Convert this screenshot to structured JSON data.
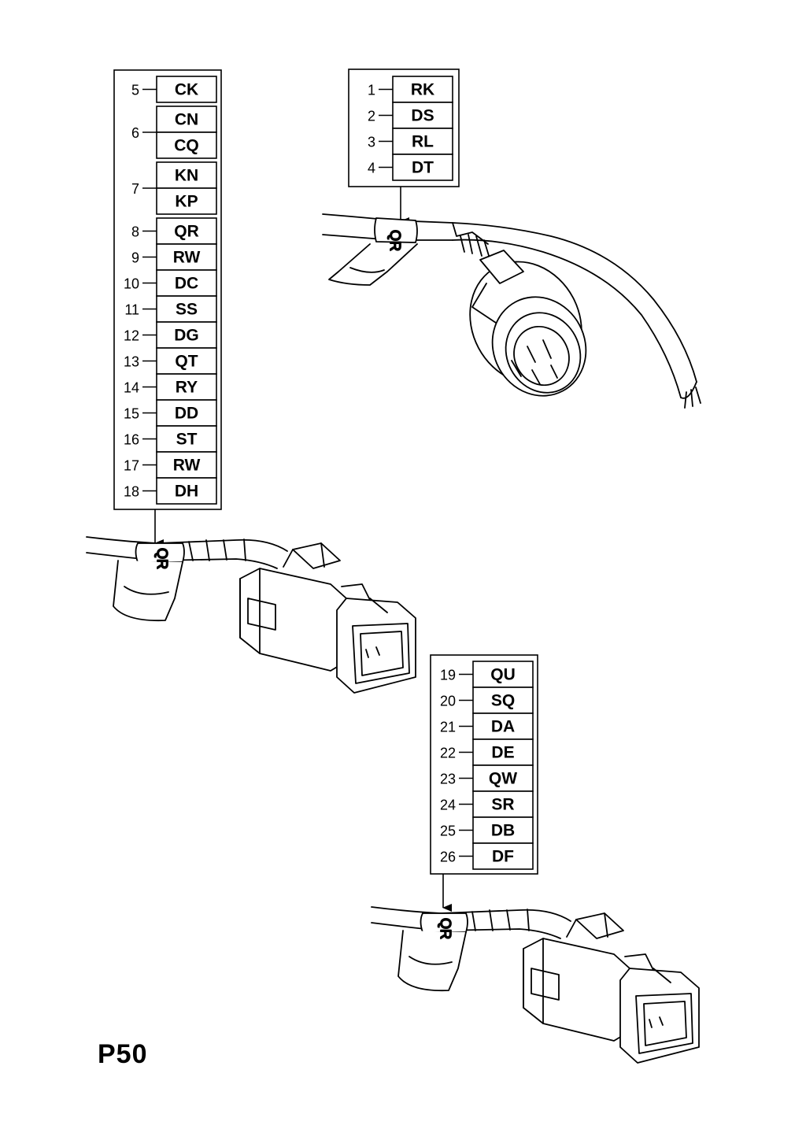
{
  "page_label": "P50",
  "harness_tag_text": "QR",
  "tables": {
    "top_right": {
      "rows": [
        {
          "number": "1",
          "code": "RK"
        },
        {
          "number": "2",
          "code": "DS"
        },
        {
          "number": "3",
          "code": "RL"
        },
        {
          "number": "4",
          "code": "DT"
        }
      ]
    },
    "left": {
      "groups": [
        {
          "number": "5",
          "codes": [
            "CK"
          ]
        },
        {
          "number": "6",
          "codes": [
            "CN",
            "CQ"
          ]
        },
        {
          "number": "7",
          "codes": [
            "KN",
            "KP"
          ]
        },
        {
          "number": "8",
          "codes": [
            "QR"
          ]
        },
        {
          "number": "9",
          "codes": [
            "RW"
          ]
        },
        {
          "number": "10",
          "codes": [
            "DC"
          ]
        },
        {
          "number": "11",
          "codes": [
            "SS"
          ]
        },
        {
          "number": "12",
          "codes": [
            "DG"
          ]
        },
        {
          "number": "13",
          "codes": [
            "QT"
          ]
        },
        {
          "number": "14",
          "codes": [
            "RY"
          ]
        },
        {
          "number": "15",
          "codes": [
            "DD"
          ]
        },
        {
          "number": "16",
          "codes": [
            "ST"
          ]
        },
        {
          "number": "17",
          "codes": [
            "RW"
          ]
        },
        {
          "number": "18",
          "codes": [
            "DH"
          ]
        }
      ]
    },
    "bottom_right": {
      "rows": [
        {
          "number": "19",
          "code": "QU"
        },
        {
          "number": "20",
          "code": "SQ"
        },
        {
          "number": "21",
          "code": "DA"
        },
        {
          "number": "22",
          "code": "DE"
        },
        {
          "number": "23",
          "code": "QW"
        },
        {
          "number": "24",
          "code": "SR"
        },
        {
          "number": "25",
          "code": "DB"
        },
        {
          "number": "26",
          "code": "DF"
        }
      ]
    }
  }
}
